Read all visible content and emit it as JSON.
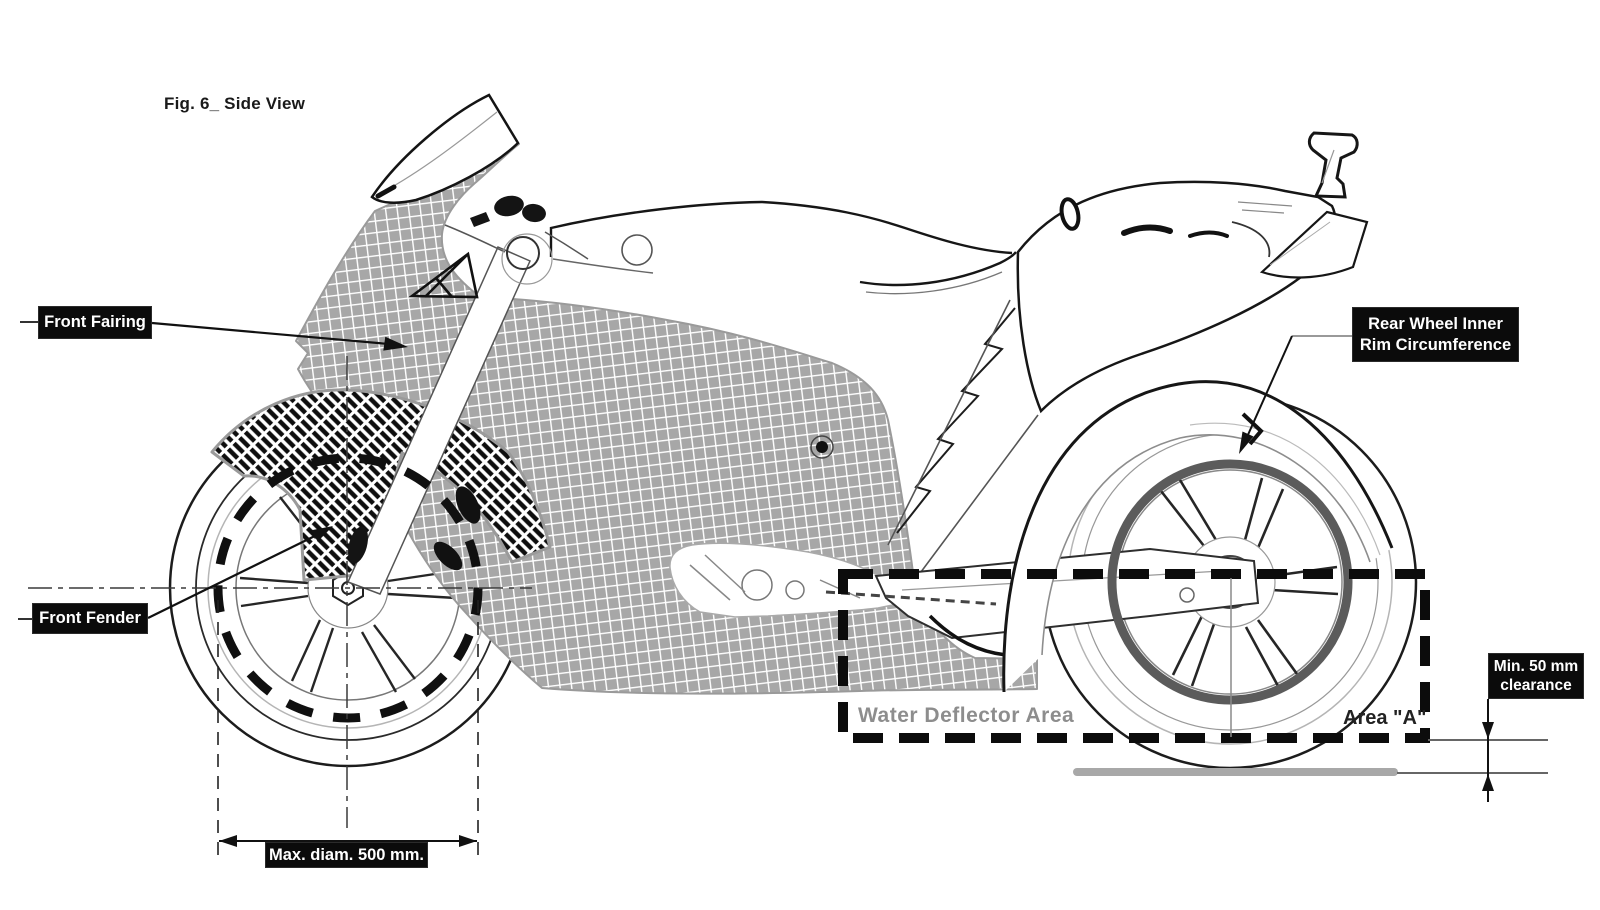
{
  "figure": {
    "caption": "Fig. 6_ Side View"
  },
  "callouts": {
    "front_fairing": "Front Fairing",
    "front_fender": "Front Fender",
    "rear_rim_line1": "Rear Wheel Inner",
    "rear_rim_line2": "Rim Circumference",
    "min_clearance_line1": "Min. 50 mm",
    "min_clearance_line2": "clearance"
  },
  "annotations": {
    "water_deflector_area": "Water Deflector Area",
    "area_a": "Area \"A\"",
    "max_diameter": "Max. diam. 500 mm."
  },
  "colors": {
    "label_background": "#0b0b0b",
    "label_text": "#ffffff",
    "fairing_hatch_gray": "#a7a7a7",
    "fender_hatch_black": "#0e0e0e",
    "rear_rim_highlight": "#5b5b5b",
    "ground_line_gray": "#a8a8a8",
    "water_area_text": "#8d8d8d",
    "area_a_text": "#222222",
    "dashed_area_outline": "#0c0c0c"
  }
}
